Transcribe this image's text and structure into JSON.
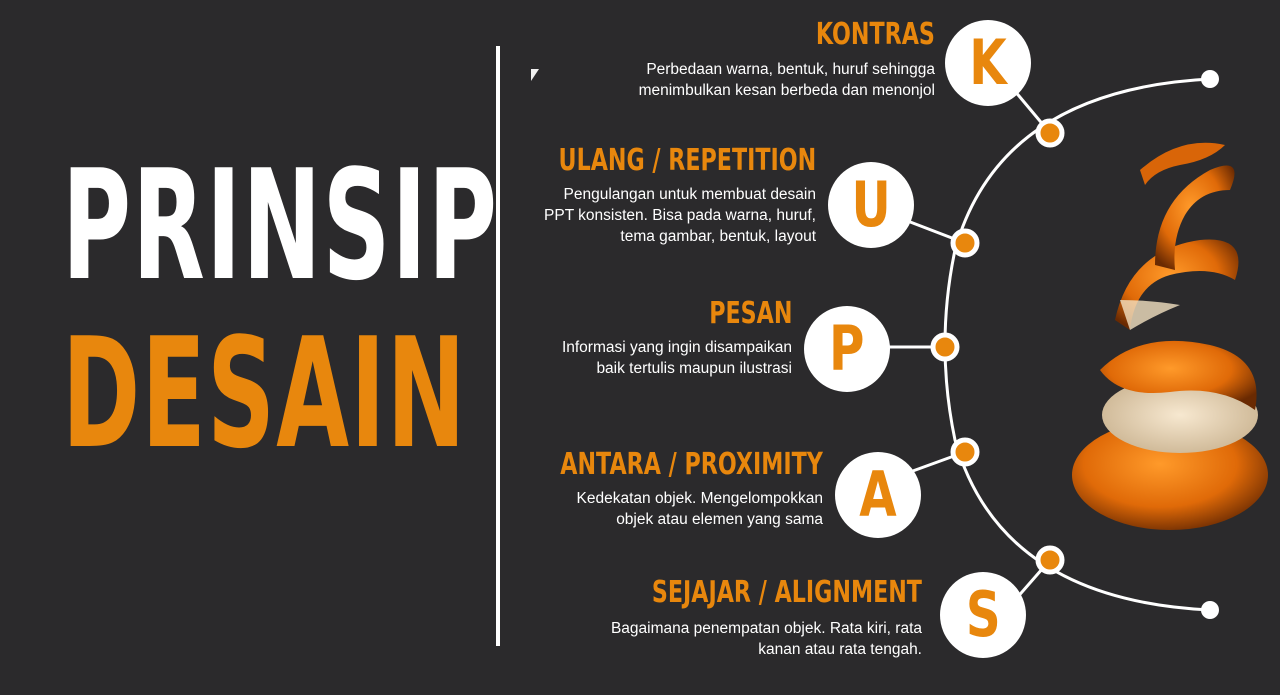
{
  "title": {
    "line1": "PRINSIP",
    "line2": "DESAIN"
  },
  "colors": {
    "background": "#2b2a2c",
    "accent": "#e8870d",
    "text": "#ffffff"
  },
  "principles": [
    {
      "letter": "K",
      "heading": "KONTRAS",
      "description": "Perbedaan warna, bentuk, huruf sehingga\nmenimbulkan kesan berbeda dan menonjol"
    },
    {
      "letter": "U",
      "heading": "ULANG / REPETITION",
      "description": "Pengulangan untuk membuat desain\nPPT konsisten. Bisa pada warna, huruf,\ntema gambar, bentuk, layout"
    },
    {
      "letter": "P",
      "heading": "PESAN",
      "description": "Informasi yang ingin disampaikan\nbaik tertulis maupun ilustrasi"
    },
    {
      "letter": "A",
      "heading": "ANTARA / PROXIMITY",
      "description": "Kedekatan objek. Mengelompokkan\nobjek atau elemen yang sama"
    },
    {
      "letter": "S",
      "heading": "SEJAJAR / ALIGNMENT",
      "description": "Bagaimana penempatan objek. Rata kiri, rata\nkanan atau rata tengah."
    }
  ],
  "icons": {
    "cursor": "mouse-cursor-icon",
    "image": "orange-peel-illustration"
  }
}
